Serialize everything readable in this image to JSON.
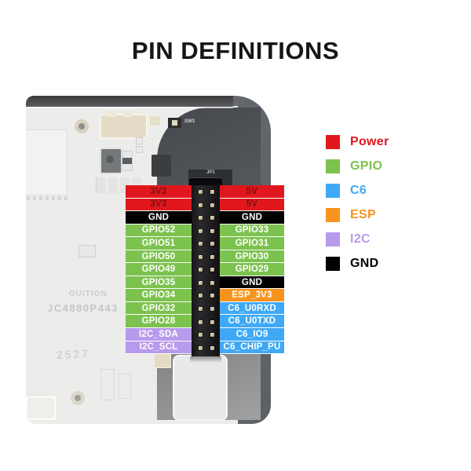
{
  "title": "PIN DEFINITIONS",
  "colors": {
    "power": "#e1171e",
    "gpio": "#7cc24e",
    "c6": "#3fa9f5",
    "esp": "#f7941e",
    "i2c": "#b79aec",
    "gnd": "#000000",
    "power_text": "#7b1113",
    "label_text": "#ffffff"
  },
  "pins": {
    "rows": [
      {
        "left": {
          "label": "3V3",
          "type": "power"
        },
        "right": {
          "label": "5V",
          "type": "power"
        }
      },
      {
        "left": {
          "label": "3V3",
          "type": "power"
        },
        "right": {
          "label": "5V",
          "type": "power"
        }
      },
      {
        "left": {
          "label": "GND",
          "type": "gnd"
        },
        "right": {
          "label": "GND",
          "type": "gnd"
        }
      },
      {
        "left": {
          "label": "GPIO52",
          "type": "gpio"
        },
        "right": {
          "label": "GPIO33",
          "type": "gpio"
        }
      },
      {
        "left": {
          "label": "GPIO51",
          "type": "gpio"
        },
        "right": {
          "label": "GPIO31",
          "type": "gpio"
        }
      },
      {
        "left": {
          "label": "GPIO50",
          "type": "gpio"
        },
        "right": {
          "label": "GPIO30",
          "type": "gpio"
        }
      },
      {
        "left": {
          "label": "GPIO49",
          "type": "gpio"
        },
        "right": {
          "label": "GPIO29",
          "type": "gpio"
        }
      },
      {
        "left": {
          "label": "GPIO35",
          "type": "gpio"
        },
        "right": {
          "label": "GND",
          "type": "gnd"
        }
      },
      {
        "left": {
          "label": "GPIO34",
          "type": "gpio"
        },
        "right": {
          "label": "ESP_3V3",
          "type": "esp"
        }
      },
      {
        "left": {
          "label": "GPIO32",
          "type": "gpio"
        },
        "right": {
          "label": "C6_U0RXD",
          "type": "c6"
        }
      },
      {
        "left": {
          "label": "GPIO28",
          "type": "gpio"
        },
        "right": {
          "label": "C6_U0TXD",
          "type": "c6"
        }
      },
      {
        "left": {
          "label": "I2C_SDA",
          "type": "i2c"
        },
        "right": {
          "label": "C6_IO9",
          "type": "c6"
        }
      },
      {
        "left": {
          "label": "I2C_SCL",
          "type": "i2c"
        },
        "right": {
          "label": "C6_CHIP_PU",
          "type": "c6"
        }
      }
    ]
  },
  "legend": [
    {
      "label": "Power",
      "type": "power"
    },
    {
      "label": "GPIO",
      "type": "gpio"
    },
    {
      "label": "C6",
      "type": "c6"
    },
    {
      "label": "ESP",
      "type": "esp"
    },
    {
      "label": "I2C",
      "type": "i2c"
    },
    {
      "label": "GND",
      "type": "gnd"
    }
  ],
  "board": {
    "logo": "GUITION",
    "model": "JC4880P443",
    "date_code": "2527",
    "switch_label": "SW3",
    "header_label": "JP1"
  }
}
